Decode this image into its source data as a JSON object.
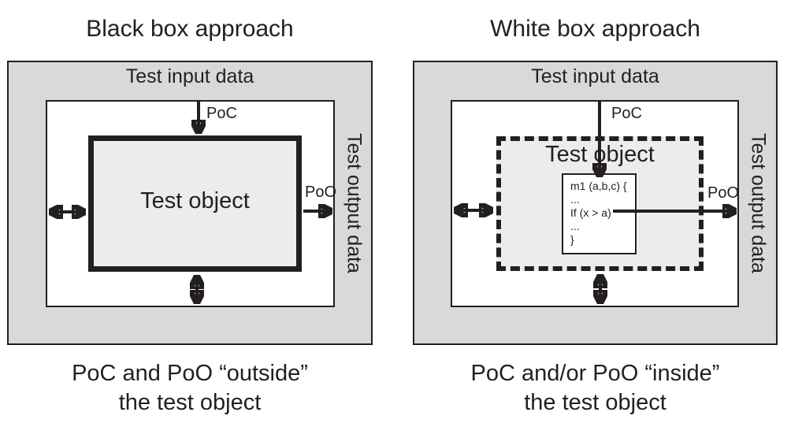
{
  "colors": {
    "ink": "#231f20",
    "band": "#d8d9da",
    "panel": "#ececec",
    "paper": "#ffffff"
  },
  "left": {
    "title": "Black box approach",
    "input_label": "Test input data",
    "output_label": "Test output data",
    "poc_label": "PoC",
    "poo_label": "PoO",
    "object_label": "Test object",
    "caption_line1": "PoC and PoO “outside”",
    "caption_line2": "the test object"
  },
  "right": {
    "title": "White box approach",
    "input_label": "Test input data",
    "output_label": "Test output data",
    "poc_label": "PoC",
    "poo_label": "PoO",
    "object_label": "Test object",
    "code": [
      "m1 (a,b,c) {",
      "...",
      "If (x > a)",
      "...",
      "}"
    ],
    "caption_line1": "PoC and/or PoO “inside”",
    "caption_line2": "the test object"
  }
}
